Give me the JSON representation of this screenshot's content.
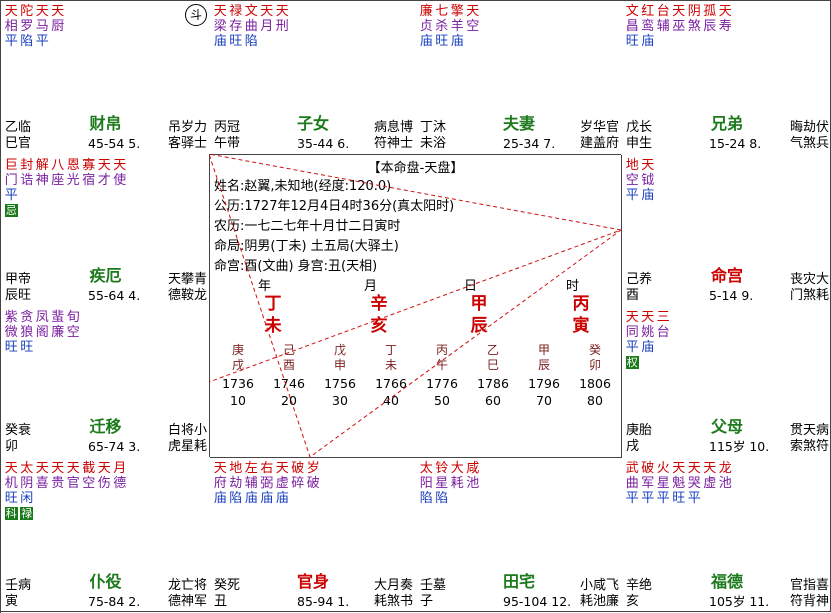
{
  "center": {
    "title": "【本命盘-天盘】",
    "info": [
      "姓名:赵翼,未知地(经度:120.0)",
      "公历:1727年12月4日4时36分(真太阳时)",
      "农历:一七二七年十月廿二日寅时",
      "命局:阴男(丁未)     土五局(大驿土)",
      "命宫:酉(文曲)     身宫:丑(天相)"
    ],
    "pillars": [
      {
        "label": "年",
        "gan": "丁",
        "zhi": "未"
      },
      {
        "label": "月",
        "gan": "辛",
        "zhi": "亥"
      },
      {
        "label": "日",
        "gan": "甲",
        "zhi": "辰"
      },
      {
        "label": "时",
        "gan": "丙",
        "zhi": "寅"
      }
    ],
    "luck": [
      {
        "gz": [
          "庚",
          "戌"
        ],
        "year": "1736",
        "age": "10"
      },
      {
        "gz": [
          "己",
          "酉"
        ],
        "year": "1746",
        "age": "20"
      },
      {
        "gz": [
          "戊",
          "申"
        ],
        "year": "1756",
        "age": "30"
      },
      {
        "gz": [
          "丁",
          "未"
        ],
        "year": "1766",
        "age": "40"
      },
      {
        "gz": [
          "丙",
          "午"
        ],
        "year": "1776",
        "age": "50"
      },
      {
        "gz": [
          "乙",
          "巳"
        ],
        "year": "1786",
        "age": "60"
      },
      {
        "gz": [
          "甲",
          "辰"
        ],
        "year": "1796",
        "age": "70"
      },
      {
        "gz": [
          "癸",
          "卯"
        ],
        "year": "1806",
        "age": "80"
      }
    ]
  },
  "palaces": [
    {
      "id": "si",
      "circle": "斗",
      "cols": [
        [
          "天:red",
          "相:purple",
          "平:blue"
        ],
        [
          "陀:red",
          "罗:purple",
          "陷:blue"
        ],
        [
          "天:red",
          "马:purple",
          "平:blue"
        ],
        [
          "天:red",
          "厨:purple"
        ]
      ],
      "boxes": [],
      "stem": [
        "乙",
        "巳"
      ],
      "stage": [
        "临",
        "官"
      ],
      "name": "财帛",
      "nameColor": "#1c7a1c",
      "age": "45-54 5.",
      "gods": [
        "吊岁力",
        "客驿士"
      ]
    },
    {
      "id": "wu",
      "circle": "",
      "cols": [
        [
          "天:red",
          "梁:purple",
          "庙:blue"
        ],
        [
          "禄:red",
          "存:purple",
          "旺:blue"
        ],
        [
          "文:red",
          "曲:purple",
          "陷:blue"
        ],
        [
          "天:red",
          "月:purple"
        ],
        [
          "天:red",
          "刑:purple"
        ]
      ],
      "boxes": [],
      "stem": [
        "丙",
        "午"
      ],
      "stage": [
        "冠",
        "带"
      ],
      "name": "子女",
      "nameColor": "#1c7a1c",
      "age": "35-44 6.",
      "gods": [
        "病息博",
        "符神士"
      ]
    },
    {
      "id": "wei",
      "circle": "",
      "cols": [
        [
          "廉:red",
          "贞:purple",
          "庙:blue"
        ],
        [
          "七:red",
          "杀:purple",
          "旺:blue"
        ],
        [
          "擎:red",
          "羊:purple",
          "庙:blue"
        ],
        [
          "天:red",
          "空:purple"
        ]
      ],
      "boxes": [],
      "stem": [
        "丁",
        "未"
      ],
      "stage": [
        "沐",
        "浴"
      ],
      "name": "夫妻",
      "nameColor": "#1c7a1c",
      "age": "25-34 7.",
      "gods": [
        "岁华官",
        "建盖府"
      ]
    },
    {
      "id": "shen",
      "circle": "",
      "cols": [
        [
          "文:red",
          "昌:purple",
          "旺:blue"
        ],
        [
          "红:red",
          "鸾:purple",
          "庙:blue"
        ],
        [
          "台:red",
          "辅:purple"
        ],
        [
          "天:red",
          "巫:purple"
        ],
        [
          "阴:red",
          "煞:purple"
        ],
        [
          "孤:red",
          "辰:purple"
        ],
        [
          "天:red",
          "寿:purple"
        ]
      ],
      "boxes": [],
      "stem": [
        "戊",
        "申"
      ],
      "stage": [
        "长",
        "生"
      ],
      "name": "兄弟",
      "nameColor": "#1c7a1c",
      "age": "15-24 8.",
      "gods": [
        "晦劫伏",
        "气煞兵"
      ]
    },
    {
      "id": "chen",
      "circle": "",
      "cols": [
        [
          "巨:red",
          "门:purple",
          "平:blue"
        ],
        [
          "封:red",
          "诰:purple"
        ],
        [
          "解:red",
          "神:purple"
        ],
        [
          "八:red",
          "座:purple"
        ],
        [
          "恩:red",
          "光:purple"
        ],
        [
          "寡:red",
          "宿:purple"
        ],
        [
          "天:red",
          "才:purple"
        ],
        [
          "天:red",
          "使:purple"
        ]
      ],
      "boxes": [
        {
          "col": 0,
          "text": "忌"
        }
      ],
      "stem": [
        "甲",
        "辰"
      ],
      "stage": [
        "帝",
        "旺"
      ],
      "name": "疾厄",
      "nameColor": "#1c7a1c",
      "age": "55-64 4.",
      "gods": [
        "天攀青",
        "德鞍龙"
      ]
    },
    {
      "id": "you",
      "circle": "",
      "cols": [
        [
          "地:red",
          "空:purple",
          "平:blue"
        ],
        [
          "天:red",
          "钺:purple",
          "庙:blue"
        ]
      ],
      "boxes": [],
      "stem": [
        "己",
        "酉"
      ],
      "stage": [
        "养",
        ""
      ],
      "name": "命宫",
      "nameColor": "#cc0000",
      "age": "5-14 9.",
      "gods": [
        "丧灾大",
        "门煞耗"
      ]
    },
    {
      "id": "mao",
      "circle": "",
      "cols": [
        [
          "紫:purple",
          "微:purple",
          "旺:blue"
        ],
        [
          "贪:purple",
          "狼:purple",
          "旺:blue"
        ],
        [
          "凤:purple",
          "阁:purple"
        ],
        [
          "蜚:purple",
          "廉:purple"
        ],
        [
          "旬:purple",
          "空:purple"
        ]
      ],
      "boxes": [],
      "stem": [
        "癸",
        "卯"
      ],
      "stage": [
        "衰",
        ""
      ],
      "name": "迁移",
      "nameColor": "#1c7a1c",
      "age": "65-74 3.",
      "gods": [
        "白将小",
        "虎星耗"
      ]
    },
    {
      "id": "xu",
      "circle": "",
      "cols": [
        [
          "天:red",
          "同:purple",
          "平:blue"
        ],
        [
          "天:red",
          "姚:purple",
          "庙:blue"
        ],
        [
          "三:red",
          "台:purple"
        ]
      ],
      "boxes": [
        {
          "col": 0,
          "text": "权"
        }
      ],
      "stem": [
        "庚",
        "戌"
      ],
      "stage": [
        "胎",
        ""
      ],
      "name": "父母",
      "nameColor": "#1c7a1c",
      "age": "115岁 10.",
      "gods": [
        "贯天病",
        "索煞符"
      ]
    },
    {
      "id": "yin",
      "circle": "",
      "cols": [
        [
          "天:red",
          "机:purple",
          "旺:blue"
        ],
        [
          "太:red",
          "阴:purple",
          "闲:blue"
        ],
        [
          "天:red",
          "喜:purple"
        ],
        [
          "天:red",
          "贵:purple"
        ],
        [
          "天:red",
          "官:purple"
        ],
        [
          "截:red",
          "空:purple"
        ],
        [
          "天:red",
          "伤:purple"
        ],
        [
          "月:red",
          "德:purple"
        ]
      ],
      "boxes": [
        {
          "col": 0,
          "text": "科"
        },
        {
          "col": 1,
          "text": "禄"
        }
      ],
      "stem": [
        "壬",
        "寅"
      ],
      "stage": [
        "病",
        ""
      ],
      "name": "仆役",
      "nameColor": "#1c7a1c",
      "age": "75-84 2.",
      "gods": [
        "龙亡将",
        "德神军"
      ]
    },
    {
      "id": "chou",
      "circle": "",
      "cols": [
        [
          "天:red",
          "府:purple",
          "庙:blue"
        ],
        [
          "地:red",
          "劫:purple",
          "陷:blue"
        ],
        [
          "左:red",
          "辅:purple",
          "庙:blue"
        ],
        [
          "右:red",
          "弼:purple",
          "庙:blue"
        ],
        [
          "天:red",
          "虚:purple",
          "庙:blue"
        ],
        [
          "破:red",
          "碎:purple"
        ],
        [
          "岁:red",
          "破:purple"
        ]
      ],
      "boxes": [],
      "stem": [
        "癸",
        "丑"
      ],
      "stage": [
        "死",
        ""
      ],
      "name": "官身",
      "nameColor": "#cc0000",
      "age": "85-94 1.",
      "gods": [
        "大月奏",
        "耗煞书"
      ]
    },
    {
      "id": "zi",
      "circle": "",
      "cols": [
        [
          "太:red",
          "阳:purple",
          "陷:blue"
        ],
        [
          "铃:red",
          "星:purple",
          "陷:blue"
        ],
        [
          "大:red",
          "耗:purple"
        ],
        [
          "咸:red",
          "池:purple"
        ]
      ],
      "boxes": [],
      "stem": [
        "壬",
        "子"
      ],
      "stage": [
        "墓",
        ""
      ],
      "name": "田宅",
      "nameColor": "#1c7a1c",
      "age": "95-104 12.",
      "gods": [
        "小咸飞",
        "耗池廉"
      ]
    },
    {
      "id": "hai",
      "circle": "",
      "cols": [
        [
          "武:red",
          "曲:purple",
          "平:blue"
        ],
        [
          "破:red",
          "军:purple",
          "平:blue"
        ],
        [
          "火:red",
          "星:purple",
          "平:blue"
        ],
        [
          "天:red",
          "魁:purple",
          "旺:blue"
        ],
        [
          "天:red",
          "哭:purple",
          "平:blue"
        ],
        [
          "天:red",
          "虚:purple"
        ],
        [
          "龙:red",
          "池:purple"
        ]
      ],
      "boxes": [],
      "stem": [
        "辛",
        "亥"
      ],
      "stage": [
        "绝",
        ""
      ],
      "name": "福德",
      "nameColor": "#1c7a1c",
      "age": "105岁 11.",
      "gods": [
        "官指喜",
        "符背神"
      ]
    }
  ]
}
